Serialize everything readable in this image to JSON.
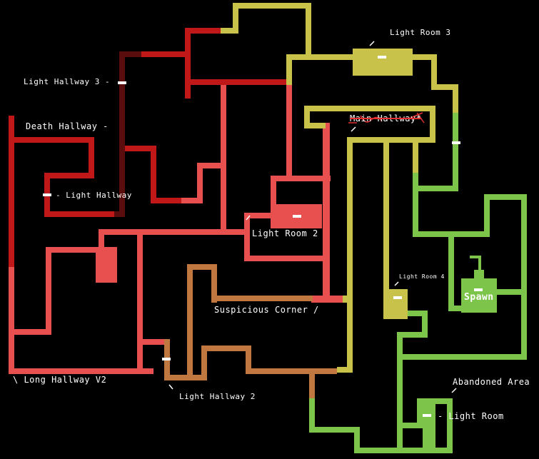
{
  "map": {
    "colors": {
      "background": "#000000",
      "zone_yellow": "#c8c24a",
      "zone_green": "#7cc44a",
      "zone_red_light": "#e85050",
      "zone_red": "#c01818",
      "zone_red_dark": "#5a0d0d",
      "zone_brown": "#c07840",
      "marker": "#ffffff",
      "scribble": "#e03030"
    },
    "labels": {
      "light_room_3": "Light Room 3",
      "light_hallway_3": "Light Hallway 3 -",
      "death_hallway": "Death Hallway -",
      "light_hallway": "- Light Hallway",
      "main_hallway": "Main Hallway*",
      "light_room_2": "Light Room 2",
      "light_room_4": "Light Room 4",
      "spawn": "Spawn",
      "suspicious_corner": "Suspicious Corner /",
      "long_hallway_v2": "\\ Long Hallway V2",
      "light_hallway_2": "Light Hallway 2",
      "abandoned_area": "Abandoned Area",
      "light_room": "- Light Room"
    }
  }
}
